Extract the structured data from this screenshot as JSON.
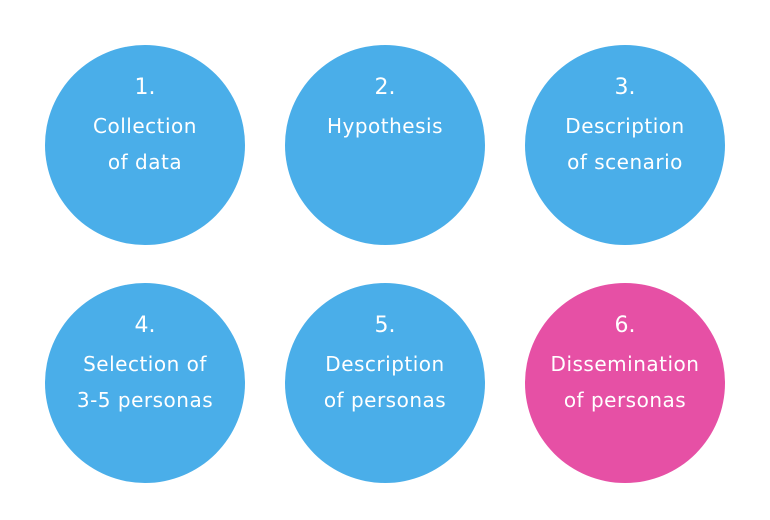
{
  "colors": {
    "step_blue": "#4aaee9",
    "step_pink": "#e650a5",
    "text": "#ffffff",
    "background": "#ffffff"
  },
  "steps": [
    {
      "number": "1.",
      "line1": "Collection",
      "line2": "of data",
      "color": "#4aaee9"
    },
    {
      "number": "2.",
      "line1": "Hypothesis",
      "line2": "",
      "color": "#4aaee9"
    },
    {
      "number": "3.",
      "line1": "Description",
      "line2": "of scenario",
      "color": "#4aaee9"
    },
    {
      "number": "4.",
      "line1": "Selection of",
      "line2": "3-5 personas",
      "color": "#4aaee9"
    },
    {
      "number": "5.",
      "line1": "Description",
      "line2": "of personas",
      "color": "#4aaee9"
    },
    {
      "number": "6.",
      "line1": "Dissemination",
      "line2": "of personas",
      "color": "#e650a5"
    }
  ]
}
